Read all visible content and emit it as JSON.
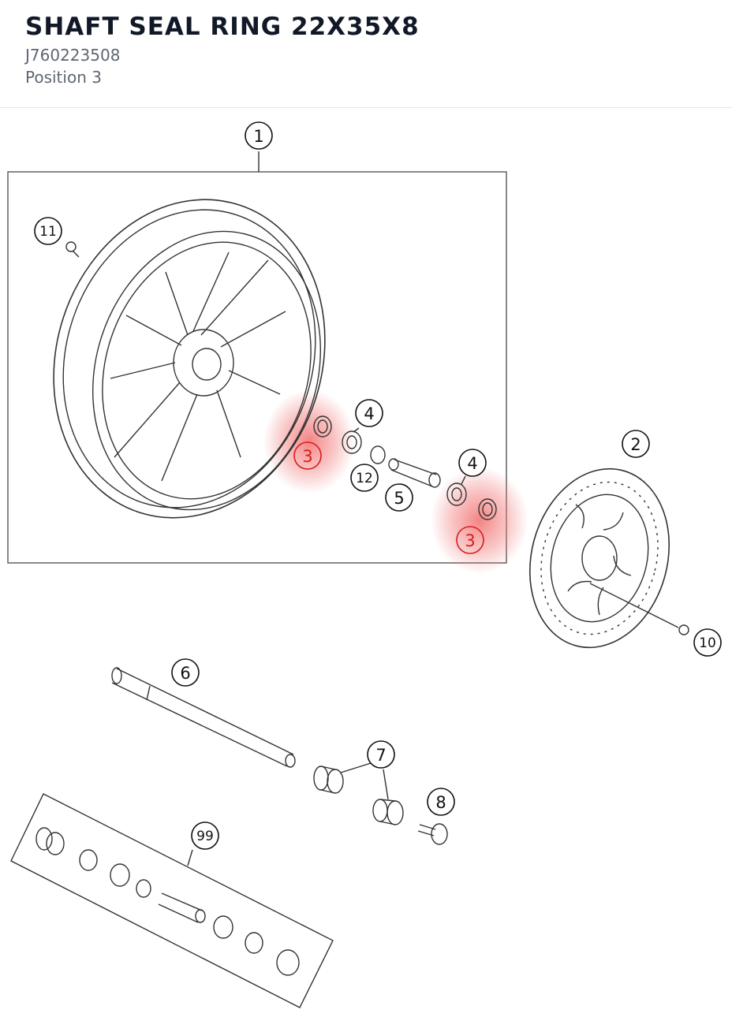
{
  "header": {
    "title": "SHAFT SEAL RING 22X35X8",
    "part_number": "J760223508",
    "position": "Position 3"
  },
  "diagram": {
    "highlight_color": "#f27a7a",
    "callouts": {
      "c1": "1",
      "c2": "2",
      "c3a": "3",
      "c3b": "3",
      "c4a": "4",
      "c4b": "4",
      "c5": "5",
      "c6": "6",
      "c7": "7",
      "c8": "8",
      "c10": "10",
      "c11": "11",
      "c12": "12",
      "c99": "99"
    }
  }
}
